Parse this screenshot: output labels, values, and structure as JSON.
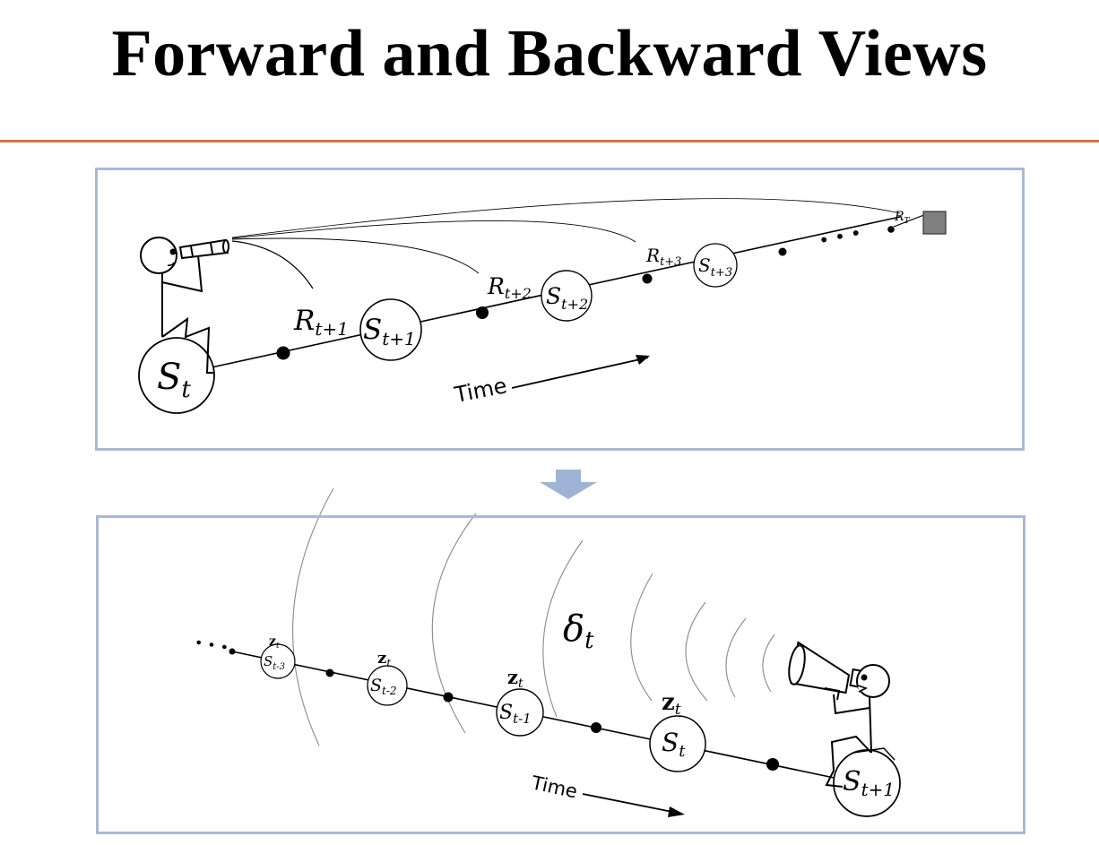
{
  "title": "Forward and Backward Views",
  "forward": {
    "states": [
      {
        "main": "S",
        "sub": "t"
      },
      {
        "main": "S",
        "sub": "t+1"
      },
      {
        "main": "S",
        "sub": "t+2"
      },
      {
        "main": "S",
        "sub": "t+3"
      }
    ],
    "rewards": [
      {
        "main": "R",
        "sub": "t+1"
      },
      {
        "main": "R",
        "sub": "t+2"
      },
      {
        "main": "R",
        "sub": "t+3"
      },
      {
        "main": "R",
        "sub": "T"
      }
    ],
    "ellipsis": "• • •",
    "time_label": "Time"
  },
  "backward": {
    "states": [
      {
        "main": "S",
        "sub": "t-3"
      },
      {
        "main": "S",
        "sub": "t-2"
      },
      {
        "main": "S",
        "sub": "t-1"
      },
      {
        "main": "S",
        "sub": "t"
      },
      {
        "main": "S",
        "sub": "t+1"
      }
    ],
    "trace_label": "z",
    "trace_sub": "t",
    "error_label": "δ",
    "error_sub": "t",
    "ellipsis": "• • •",
    "time_label": "Time"
  },
  "colors": {
    "rule": "#d2773a",
    "panel_border": "#a7b9d8",
    "arrow": "#9fb3d6",
    "terminal": "#808080"
  }
}
